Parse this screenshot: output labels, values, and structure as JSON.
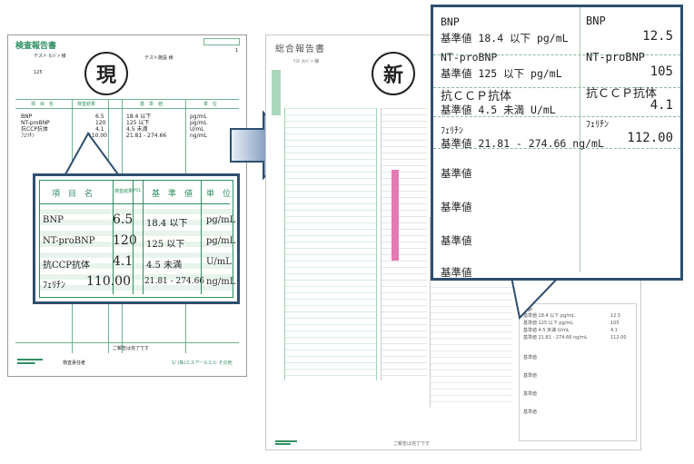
{
  "old_report": {
    "title": "検査報告書",
    "patient_name": "テスト ｶﾝｼﾞｬ 様",
    "facility": "テスト施設 様",
    "patient_id": "125",
    "page_no": "1",
    "headers": [
      "項　目　名",
      "検査結果",
      "基　準　値",
      "単　位"
    ],
    "rows": [
      {
        "name": "BNP",
        "value": "6.5",
        "range": "18.4 以下",
        "unit": "pg/mL"
      },
      {
        "name": "NT-proBNP",
        "value": "120",
        "range": "125 以下",
        "unit": "pg/mL"
      },
      {
        "name": "抗CCP抗体",
        "value": "4.1",
        "range": "4.5 未満",
        "unit": "U/mL"
      },
      {
        "name": "ﾌｪﾘﾁﾝ",
        "value": "110.00",
        "range": "21.81 - 274.66",
        "unit": "ng/mL"
      }
    ],
    "footer_note": "ご報告は完了です",
    "footer_lab": "検査責任者",
    "footer_page": "1/ (株)エスアールエル その他"
  },
  "label_old": "現",
  "label_new": "新",
  "zoom_old": {
    "headers": [
      "項　目　名",
      "検査結果",
      "H/L",
      "基　準　値",
      "単　位"
    ],
    "rows": [
      {
        "name": "BNP",
        "value": "6.5",
        "range": "18.4 以下",
        "unit": "pg/mL"
      },
      {
        "name": "NT-proBNP",
        "value": "120",
        "range": "125 以下",
        "unit": "pg/mL"
      },
      {
        "name": "抗CCP抗体",
        "value": "4.1",
        "range": "4.5 未満",
        "unit": "U/mL"
      },
      {
        "name": "ﾌｪﾘﾁﾝ",
        "value": "110.00",
        "range": "21.81 - 274.66",
        "unit": "ng/mL"
      }
    ]
  },
  "new_report": {
    "title": "総合報告書",
    "patient_name": "ﾃｽﾄ ｶﾝｼﾞｬ 様",
    "footer_note": "ご報告は完了です"
  },
  "zoom_new": {
    "left": [
      {
        "name": "BNP",
        "line": "基準値 18.4 以下 pg/mL"
      },
      {
        "name": "NT-proBNP",
        "line": "基準値 125 以下 pg/mL"
      },
      {
        "name": "抗ＣＣＰ抗体",
        "line": "基準値 4.5 未満 U/mL"
      },
      {
        "name": "ﾌｪﾘﾁﾝ",
        "line": "基準値 21.81 - 274.66 ng/mL"
      }
    ],
    "right": [
      {
        "name": "BNP",
        "value": "12.5"
      },
      {
        "name": "NT-proBNP",
        "value": "105"
      },
      {
        "name": "抗ＣＣＰ抗体",
        "value": "4.1"
      },
      {
        "name": "ﾌｪﾘﾁﾝ",
        "value": "112.00"
      }
    ],
    "empty_label": "基準値"
  },
  "colors": {
    "frame": "#2e4f6f",
    "green": "#2f8f62",
    "pink": "#d85aa0",
    "arrow": "#3a6496"
  }
}
